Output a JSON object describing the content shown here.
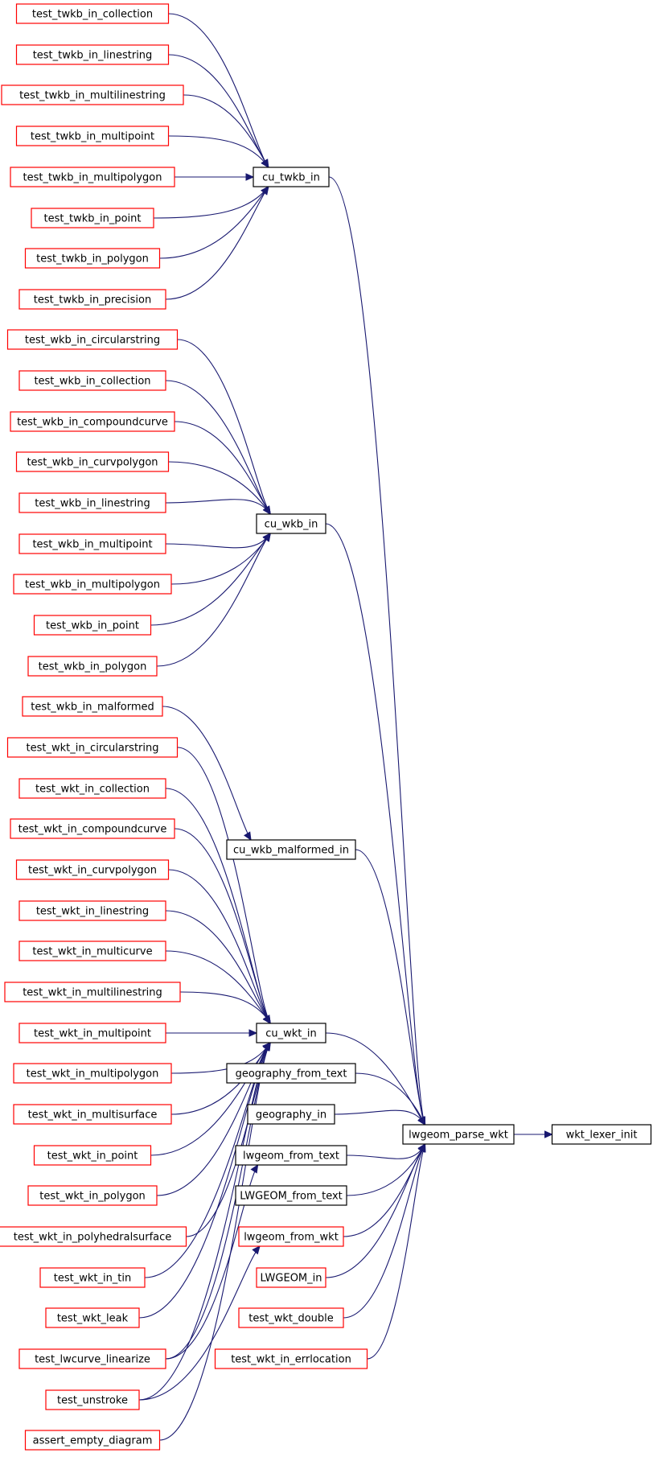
{
  "diagram": {
    "type": "call-graph",
    "colors": {
      "edge": "#191970",
      "border_red": "#ff0000",
      "border_black": "#000000",
      "focus_fill": "#bfbfbf",
      "fill": "#ffffff"
    },
    "nodes": [
      {
        "id": "n1",
        "label": "test_twkb_in_collection",
        "border": "red"
      },
      {
        "id": "n2",
        "label": "test_twkb_in_linestring",
        "border": "red"
      },
      {
        "id": "n3",
        "label": "test_twkb_in_multilinestring",
        "border": "red"
      },
      {
        "id": "n4",
        "label": "test_twkb_in_multipoint",
        "border": "red"
      },
      {
        "id": "n5",
        "label": "test_twkb_in_multipolygon",
        "border": "red"
      },
      {
        "id": "n6",
        "label": "test_twkb_in_point",
        "border": "red"
      },
      {
        "id": "n7",
        "label": "test_twkb_in_polygon",
        "border": "red"
      },
      {
        "id": "n8",
        "label": "test_twkb_in_precision",
        "border": "red"
      },
      {
        "id": "n9",
        "label": "test_wkb_in_circularstring",
        "border": "red"
      },
      {
        "id": "n10",
        "label": "test_wkb_in_collection",
        "border": "red"
      },
      {
        "id": "n11",
        "label": "test_wkb_in_compoundcurve",
        "border": "red"
      },
      {
        "id": "n12",
        "label": "test_wkb_in_curvpolygon",
        "border": "red"
      },
      {
        "id": "n13",
        "label": "test_wkb_in_linestring",
        "border": "red"
      },
      {
        "id": "n14",
        "label": "test_wkb_in_multipoint",
        "border": "red"
      },
      {
        "id": "n15",
        "label": "test_wkb_in_multipolygon",
        "border": "red"
      },
      {
        "id": "n16",
        "label": "test_wkb_in_point",
        "border": "red"
      },
      {
        "id": "n17",
        "label": "test_wkb_in_polygon",
        "border": "red"
      },
      {
        "id": "n18",
        "label": "test_wkb_in_malformed",
        "border": "red"
      },
      {
        "id": "n19",
        "label": "test_wkt_in_circularstring",
        "border": "red"
      },
      {
        "id": "n20",
        "label": "test_wkt_in_collection",
        "border": "red"
      },
      {
        "id": "n21",
        "label": "test_wkt_in_compoundcurve",
        "border": "red"
      },
      {
        "id": "n22",
        "label": "test_wkt_in_curvpolygon",
        "border": "red"
      },
      {
        "id": "n23",
        "label": "test_wkt_in_linestring",
        "border": "red"
      },
      {
        "id": "n24",
        "label": "test_wkt_in_multicurve",
        "border": "red"
      },
      {
        "id": "n25",
        "label": "test_wkt_in_multilinestring",
        "border": "red"
      },
      {
        "id": "n26",
        "label": "test_wkt_in_multipoint",
        "border": "red"
      },
      {
        "id": "n27",
        "label": "test_wkt_in_multipolygon",
        "border": "red"
      },
      {
        "id": "n28",
        "label": "test_wkt_in_multisurface",
        "border": "red"
      },
      {
        "id": "n29",
        "label": "test_wkt_in_point",
        "border": "red"
      },
      {
        "id": "n30",
        "label": "test_wkt_in_polygon",
        "border": "red"
      },
      {
        "id": "n31",
        "label": "test_wkt_in_polyhedralsurface",
        "border": "red"
      },
      {
        "id": "n32",
        "label": "test_wkt_in_tin",
        "border": "red"
      },
      {
        "id": "n33",
        "label": "test_wkt_leak",
        "border": "red"
      },
      {
        "id": "n34",
        "label": "test_lwcurve_linearize",
        "border": "red"
      },
      {
        "id": "n35",
        "label": "test_unstroke",
        "border": "red"
      },
      {
        "id": "n36",
        "label": "assert_empty_diagram",
        "border": "red"
      },
      {
        "id": "m1",
        "label": "cu_twkb_in",
        "border": "black"
      },
      {
        "id": "m2",
        "label": "cu_wkb_in",
        "border": "black"
      },
      {
        "id": "m3",
        "label": "cu_wkb_malformed_in",
        "border": "black"
      },
      {
        "id": "m4",
        "label": "cu_wkt_in",
        "border": "black"
      },
      {
        "id": "m5",
        "label": "geography_from_text",
        "border": "black"
      },
      {
        "id": "m6",
        "label": "geography_in",
        "border": "black"
      },
      {
        "id": "m7",
        "label": "lwgeom_from_text",
        "border": "black"
      },
      {
        "id": "m8",
        "label": "LWGEOM_from_text",
        "border": "black"
      },
      {
        "id": "m9",
        "label": "lwgeom_from_wkt",
        "border": "red"
      },
      {
        "id": "m10",
        "label": "LWGEOM_in",
        "border": "red"
      },
      {
        "id": "m11",
        "label": "test_wkt_double",
        "border": "red"
      },
      {
        "id": "m12",
        "label": "test_wkt_in_errlocation",
        "border": "red"
      },
      {
        "id": "p",
        "label": "lwgeom_parse_wkt",
        "border": "black"
      },
      {
        "id": "t",
        "label": "wkt_lexer_init",
        "border": "black",
        "focus": true
      }
    ],
    "edges": [
      [
        "n1",
        "m1"
      ],
      [
        "n2",
        "m1"
      ],
      [
        "n3",
        "m1"
      ],
      [
        "n4",
        "m1"
      ],
      [
        "n5",
        "m1"
      ],
      [
        "n6",
        "m1"
      ],
      [
        "n7",
        "m1"
      ],
      [
        "n8",
        "m1"
      ],
      [
        "n9",
        "m2"
      ],
      [
        "n10",
        "m2"
      ],
      [
        "n11",
        "m2"
      ],
      [
        "n12",
        "m2"
      ],
      [
        "n13",
        "m2"
      ],
      [
        "n14",
        "m2"
      ],
      [
        "n15",
        "m2"
      ],
      [
        "n16",
        "m2"
      ],
      [
        "n17",
        "m2"
      ],
      [
        "n18",
        "m3"
      ],
      [
        "n19",
        "m4"
      ],
      [
        "n20",
        "m4"
      ],
      [
        "n21",
        "m4"
      ],
      [
        "n22",
        "m4"
      ],
      [
        "n23",
        "m4"
      ],
      [
        "n24",
        "m4"
      ],
      [
        "n25",
        "m4"
      ],
      [
        "n26",
        "m4"
      ],
      [
        "n27",
        "m4"
      ],
      [
        "n28",
        "m4"
      ],
      [
        "n29",
        "m4"
      ],
      [
        "n30",
        "m4"
      ],
      [
        "n31",
        "m4"
      ],
      [
        "n32",
        "m4"
      ],
      [
        "n33",
        "m4"
      ],
      [
        "n34",
        "m4"
      ],
      [
        "n35",
        "m4"
      ],
      [
        "n36",
        "m4"
      ],
      [
        "n34",
        "m7"
      ],
      [
        "n35",
        "m9"
      ],
      [
        "m1",
        "p"
      ],
      [
        "m2",
        "p"
      ],
      [
        "m3",
        "p"
      ],
      [
        "m4",
        "p"
      ],
      [
        "m5",
        "p"
      ],
      [
        "m6",
        "p"
      ],
      [
        "m7",
        "p"
      ],
      [
        "m8",
        "p"
      ],
      [
        "m9",
        "p"
      ],
      [
        "m10",
        "p"
      ],
      [
        "m11",
        "p"
      ],
      [
        "m12",
        "p"
      ],
      [
        "p",
        "t"
      ]
    ]
  }
}
